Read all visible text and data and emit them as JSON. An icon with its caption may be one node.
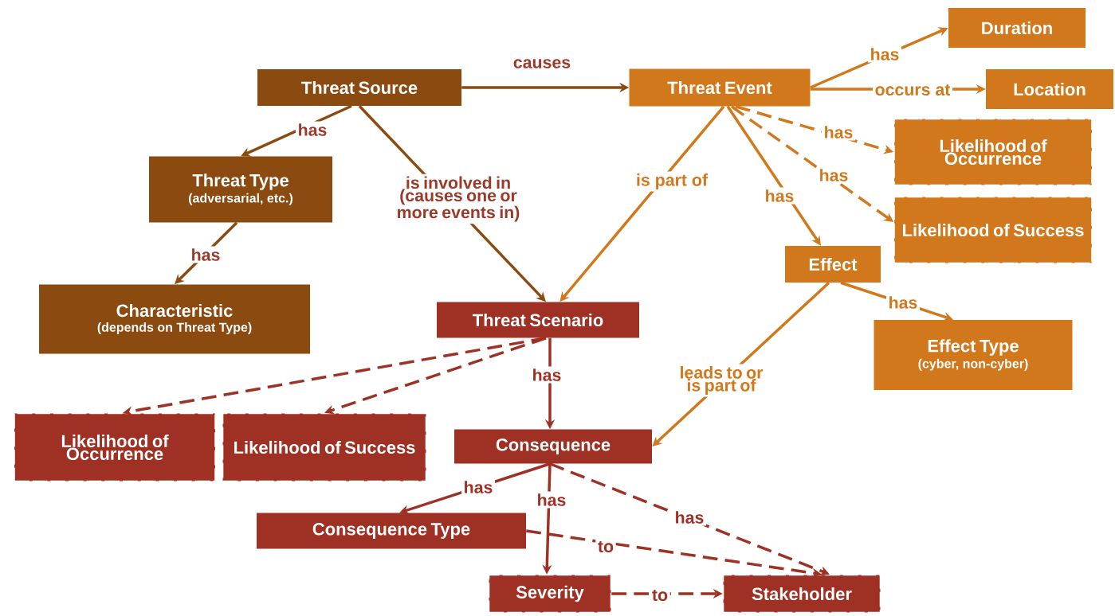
{
  "diagram": {
    "nodes": [
      {
        "text": [
          "Threat Source"
        ]
      },
      {
        "text": [
          "Threat Event"
        ]
      },
      {
        "text": [
          "Duration"
        ]
      },
      {
        "text": [
          "Location"
        ]
      },
      {
        "text": [
          "Likelihood of Occurrence"
        ]
      },
      {
        "text": [
          "Likelihood of Success"
        ]
      },
      {
        "text": [
          "Threat Type",
          "(adversarial, etc.)"
        ]
      },
      {
        "text": [
          "Effect"
        ]
      },
      {
        "text": [
          "Effect Type",
          "(cyber, non-cyber)"
        ]
      },
      {
        "text": [
          "Characteristic",
          "(depends on Threat Type)"
        ]
      },
      {
        "text": [
          "Threat Scenario"
        ]
      },
      {
        "text": [
          "Likelihood of Occurrence"
        ]
      },
      {
        "text": [
          "Likelihood of Success"
        ]
      },
      {
        "text": [
          "Consequence"
        ]
      },
      {
        "text": [
          "Consequence Type"
        ]
      },
      {
        "text": [
          "Severity"
        ]
      },
      {
        "text": [
          "Stakeholder"
        ]
      }
    ],
    "edges": [
      {
        "from": 0,
        "to": 1,
        "arrow": "to",
        "label": "causes",
        "color": "#8b4a10"
      },
      {
        "from": 1,
        "to": 2,
        "arrow": "to",
        "label": "has",
        "color": "#d2781c"
      },
      {
        "from": 1,
        "to": 3,
        "arrow": "to",
        "label": "occurs at",
        "color": "#d2781c"
      },
      {
        "from": 1,
        "to": 4,
        "arrow": "to",
        "label": "has",
        "style": "dashed",
        "color": "#d2781c"
      },
      {
        "from": 1,
        "to": 5,
        "arrow": "to",
        "label": "has",
        "style": "dashed",
        "color": "#d2781c"
      },
      {
        "from": 1,
        "to": 7,
        "arrow": "to",
        "label": "has",
        "color": "#d2781c"
      },
      {
        "from": 1,
        "to": 10,
        "arrow": "to",
        "label": "is part of",
        "color": "#d2781c"
      },
      {
        "from": 0,
        "to": 6,
        "arrow": "to",
        "label": "has",
        "color": "#8b4a10"
      },
      {
        "from": 0,
        "to": 10,
        "arrow": "to",
        "label": "is involved in (causes one or more events in)",
        "color": "#8b4a10"
      },
      {
        "from": 6,
        "to": 9,
        "arrow": "to",
        "label": "has",
        "color": "#8b4a10"
      },
      {
        "from": 7,
        "to": 8,
        "arrow": "to",
        "label": "has",
        "color": "#d2781c"
      },
      {
        "from": 7,
        "to": 13,
        "arrow": "to",
        "label": "leads to or is part of",
        "color": "#d2781c"
      },
      {
        "from": 10,
        "to": 11,
        "arrow": "to",
        "style": "dashed"
      },
      {
        "from": 10,
        "to": 12,
        "arrow": "to",
        "style": "dashed"
      },
      {
        "from": 10,
        "to": 13,
        "arrow": "to",
        "label": "has"
      },
      {
        "from": 13,
        "to": 14,
        "arrow": "to",
        "label": "has"
      },
      {
        "from": 13,
        "to": 15,
        "arrow": "to",
        "label": "has"
      },
      {
        "from": 13,
        "to": 16,
        "arrow": "to",
        "label": "has",
        "style": "dashed"
      },
      {
        "from": 14,
        "to": 16,
        "arrow": "to",
        "label": "to",
        "style": "dashed"
      },
      {
        "from": 15,
        "to": 16,
        "arrow": "to",
        "label": "to",
        "style": "dashed"
      }
    ]
  }
}
